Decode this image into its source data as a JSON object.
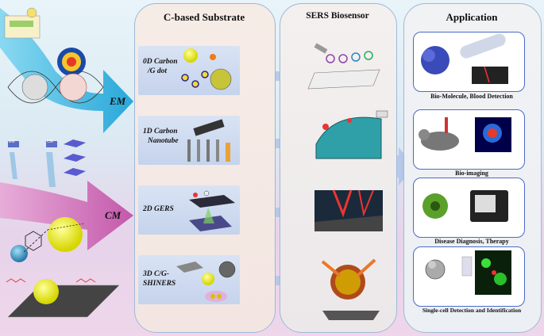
{
  "left": {
    "em_label": "EM",
    "cm_label": "CM",
    "mini_em": "EM",
    "mini_cm": "CM"
  },
  "columns": {
    "substrate": {
      "title": "C-based Substrate",
      "rows": [
        {
          "line1": "0D Carbon",
          "line2": "/G dot"
        },
        {
          "line1": "1D Carbon",
          "line2": "Nanotube"
        },
        {
          "line1": "2D GERS",
          "line2": ""
        },
        {
          "line1": "3D C/G-",
          "line2": "SHINERS"
        }
      ]
    },
    "sers": {
      "title": "SERS Biosensor"
    },
    "application": {
      "title": "Application",
      "items": [
        {
          "label": "Bio-Molecule, Blood Detection"
        },
        {
          "label": "Bio-imaging"
        },
        {
          "label": "Disease Diagnosis, Therapy"
        },
        {
          "label": "Single-cell Detection and Identification"
        }
      ]
    }
  },
  "colors": {
    "arrow_cyan": "#1aa8d8",
    "arrow_pink": "#c24fa6",
    "card_border": "#4a6bc6",
    "row_fill": "#c9d6ee"
  }
}
